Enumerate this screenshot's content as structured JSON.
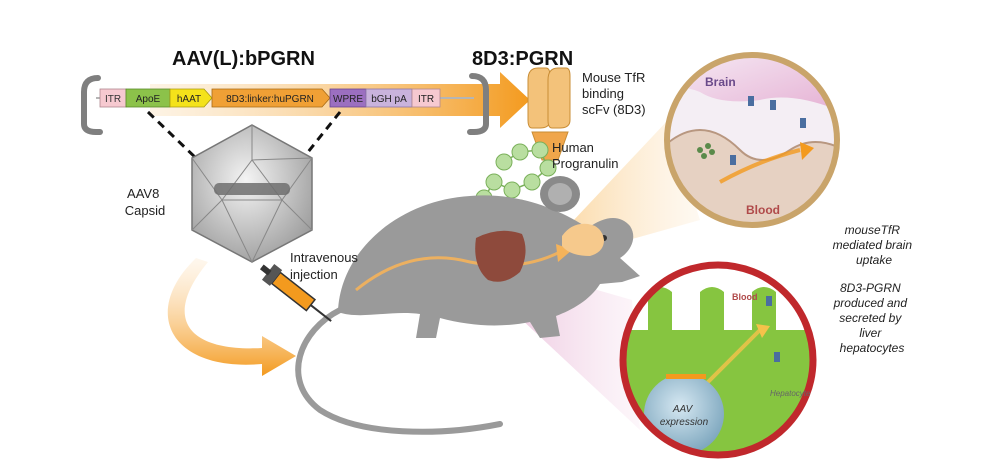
{
  "title_left": "AAV(L):bPGRN",
  "title_right": "8D3:PGRN",
  "construct": {
    "itr_left": "ITR",
    "apoe": "ApoE",
    "haat": "hAAT",
    "fusion": "8D3:linker:huPGRN",
    "wpre": "WPRE",
    "bgh": "bGH pA",
    "itr_right": "ITR"
  },
  "capsid_label": {
    "line1": "AAV8",
    "line2": "Capsid"
  },
  "scfv_label": {
    "line1": "Mouse TfR",
    "line2": "binding",
    "line3": "scFv (8D3)"
  },
  "progranulin_label": {
    "line1": "Human",
    "line2": "Progranulin"
  },
  "injection_label": {
    "line1": "Intravenous",
    "line2": "injection"
  },
  "brain_inset": {
    "brain": "Brain",
    "blood": "Blood"
  },
  "brain_caption": {
    "line1": "mouseTfR",
    "line2": "mediated brain",
    "line3": "uptake"
  },
  "liver_inset": {
    "blood": "Blood",
    "hepatocyte": "Hepatocyte",
    "aav_line1": "AAV",
    "aav_line2": "expression"
  },
  "liver_caption": {
    "line1": "8D3-PGRN",
    "line2": "produced and",
    "line3": "secreted by",
    "line4": "liver",
    "line5": "hepatocytes"
  },
  "colors": {
    "orange": "#f39a1e",
    "itr": "#f6c9d0",
    "apoe": "#8cc24a",
    "haat": "#f4e21a",
    "fusion": "#f0a035",
    "wpre": "#9b6fc0",
    "bgh": "#c9b3dc",
    "mouse": "#9a9a9a",
    "liver": "#8e4a3c",
    "brain_ring": "#c9a46a",
    "liver_ring": "#c0282c",
    "hepatocyte_green": "#86c540"
  }
}
